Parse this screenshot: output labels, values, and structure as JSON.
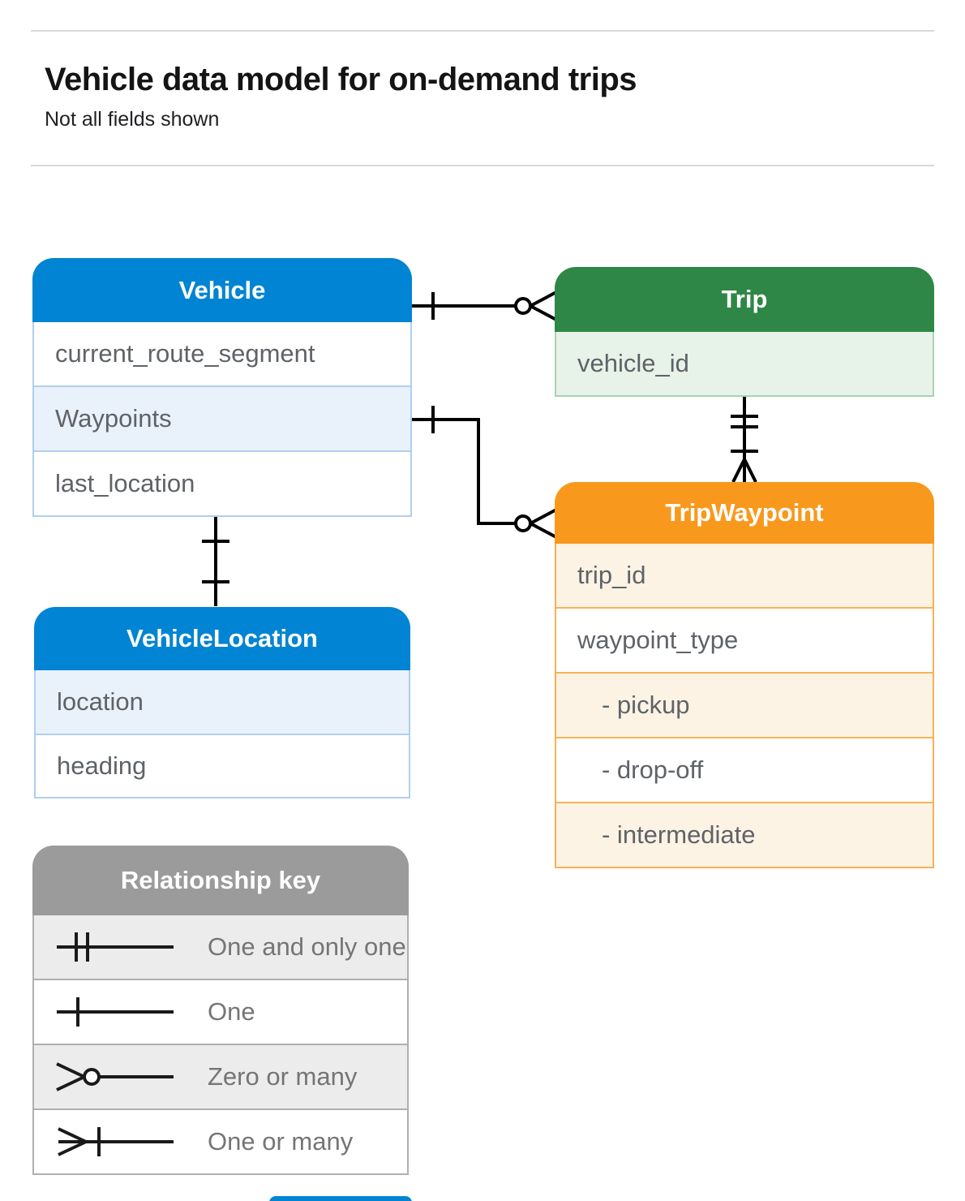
{
  "page": {
    "title": "Vehicle data model for on-demand trips",
    "subtitle": "Not all fields shown"
  },
  "colors": {
    "blue_header": "#0184d3",
    "blue_row_shade": "#e9f1fb",
    "blue_border": "#aecfee",
    "green_header": "#2e8746",
    "green_row_shade": "#e7f2e9",
    "green_border": "#a9d2b2",
    "orange_header": "#f8991d",
    "orange_row_shade": "#fdf3e4",
    "orange_border": "#f8b155",
    "gray_header": "#9b9b9b",
    "gray_row_shade": "#ececec",
    "gray_border": "#b0b0b0",
    "connector_line": "#000000",
    "field_text": "#5f6368",
    "legend_text": "#757575"
  },
  "tables": {
    "vehicle": {
      "title": "Vehicle",
      "fields": [
        {
          "label": "current_route_segment",
          "shaded": false
        },
        {
          "label": "Waypoints",
          "shaded": true
        },
        {
          "label": "last_location",
          "shaded": false
        }
      ]
    },
    "trip": {
      "title": "Trip",
      "fields": [
        {
          "label": "vehicle_id",
          "shaded": true
        }
      ]
    },
    "trip_waypoint": {
      "title": "TripWaypoint",
      "fields": [
        {
          "label": "trip_id",
          "shaded": true
        },
        {
          "label": "waypoint_type",
          "shaded": false
        },
        {
          "label": "- pickup",
          "shaded": true,
          "indent": true
        },
        {
          "label": "- drop-off",
          "shaded": false,
          "indent": true
        },
        {
          "label": "- intermediate",
          "shaded": true,
          "indent": true
        }
      ]
    },
    "vehicle_location": {
      "title": "VehicleLocation",
      "fields": [
        {
          "label": "location",
          "shaded": true
        },
        {
          "label": "heading",
          "shaded": false
        }
      ]
    }
  },
  "relationships": [
    {
      "from": "Vehicle",
      "to": "Trip",
      "from_cardinality": "one",
      "to_cardinality": "zero-or-many"
    },
    {
      "from": "Vehicle.Waypoints",
      "to": "TripWaypoint",
      "from_cardinality": "one",
      "to_cardinality": "zero-or-many"
    },
    {
      "from": "Trip",
      "to": "TripWaypoint",
      "from_cardinality": "one-and-only-one",
      "to_cardinality": "one-or-many"
    },
    {
      "from": "Vehicle",
      "to": "VehicleLocation",
      "from_cardinality": "one",
      "to_cardinality": "one"
    }
  ],
  "legend": {
    "title": "Relationship key",
    "items": [
      {
        "symbol": "one-and-only-one",
        "label": "One and only one",
        "shaded": true
      },
      {
        "symbol": "one",
        "label": "One",
        "shaded": false
      },
      {
        "symbol": "zero-or-many",
        "label": "Zero or many",
        "shaded": true
      },
      {
        "symbol": "one-or-many",
        "label": "One or many",
        "shaded": false
      }
    ]
  }
}
